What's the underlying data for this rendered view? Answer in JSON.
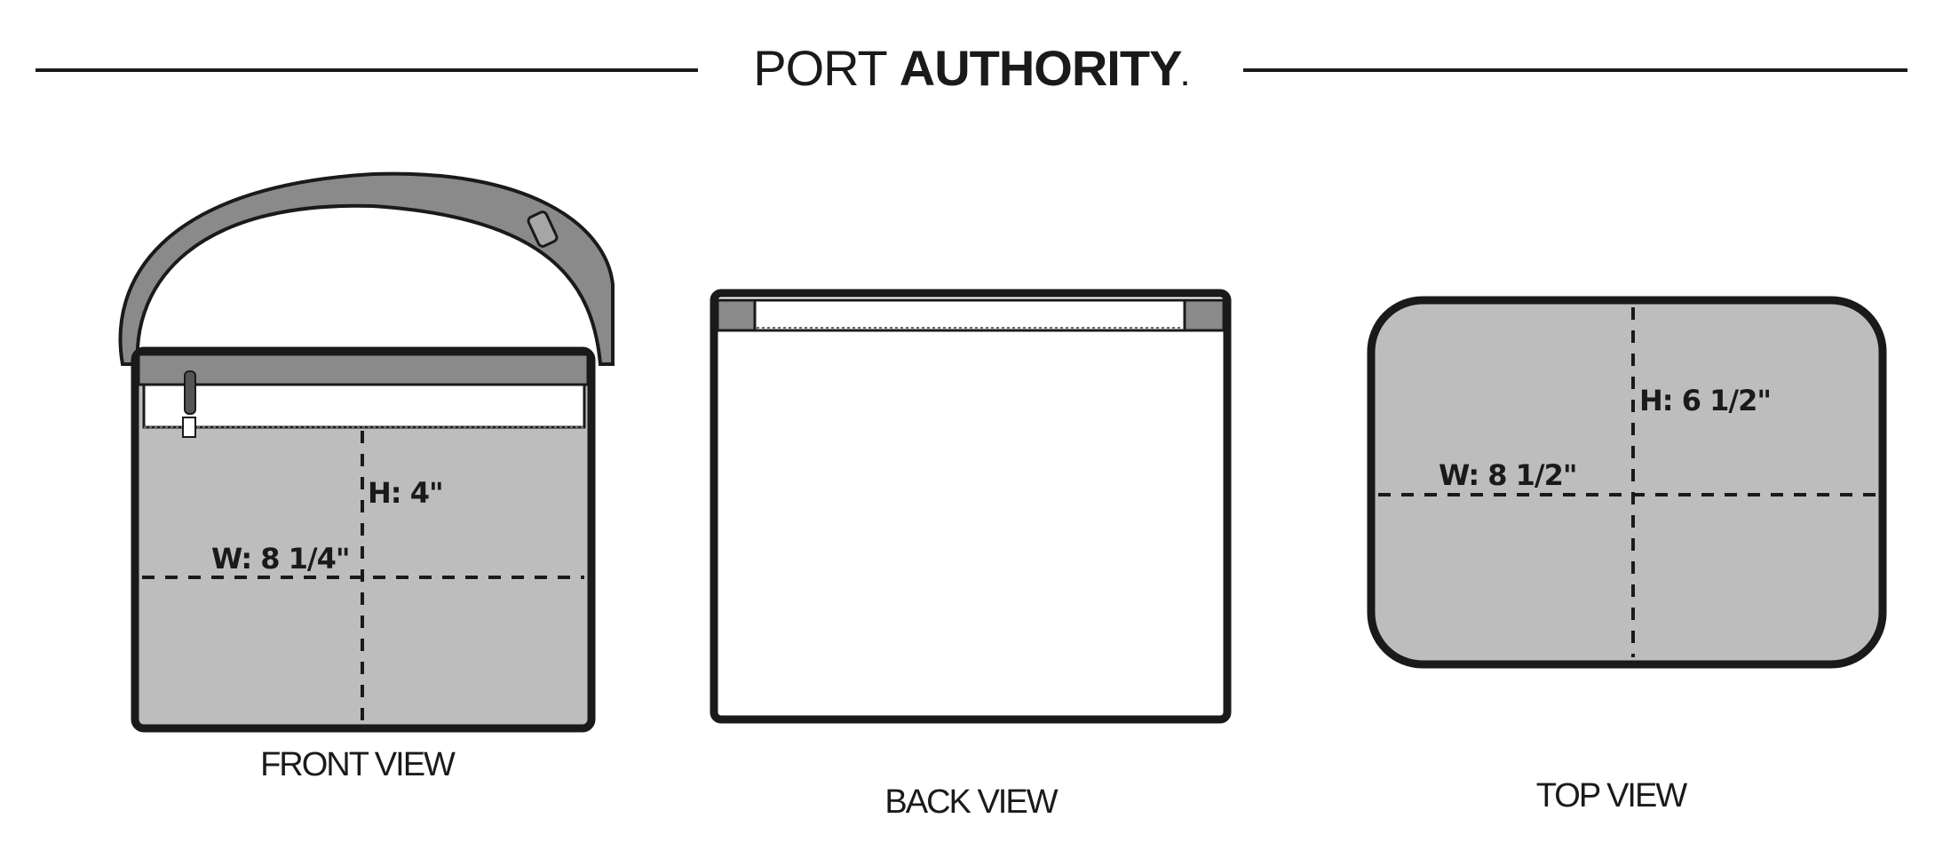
{
  "header": {
    "brand_light": "PORT",
    "brand_bold": "AUTHORITY",
    "brand_mark": "."
  },
  "views": {
    "front": {
      "label": "FRONT VIEW",
      "width_dim": "W: 8 1/4\"",
      "height_dim": "H: 4\""
    },
    "back": {
      "label": "BACK VIEW"
    },
    "top": {
      "label": "TOP VIEW",
      "width_dim": "W: 8 1/2\"",
      "height_dim": "H: 6 1/2\""
    }
  },
  "colors": {
    "outline": "#1a1a1a",
    "panel_fill": "#bdbdbd",
    "strap_fill": "#8a8a8a",
    "background": "#ffffff"
  }
}
